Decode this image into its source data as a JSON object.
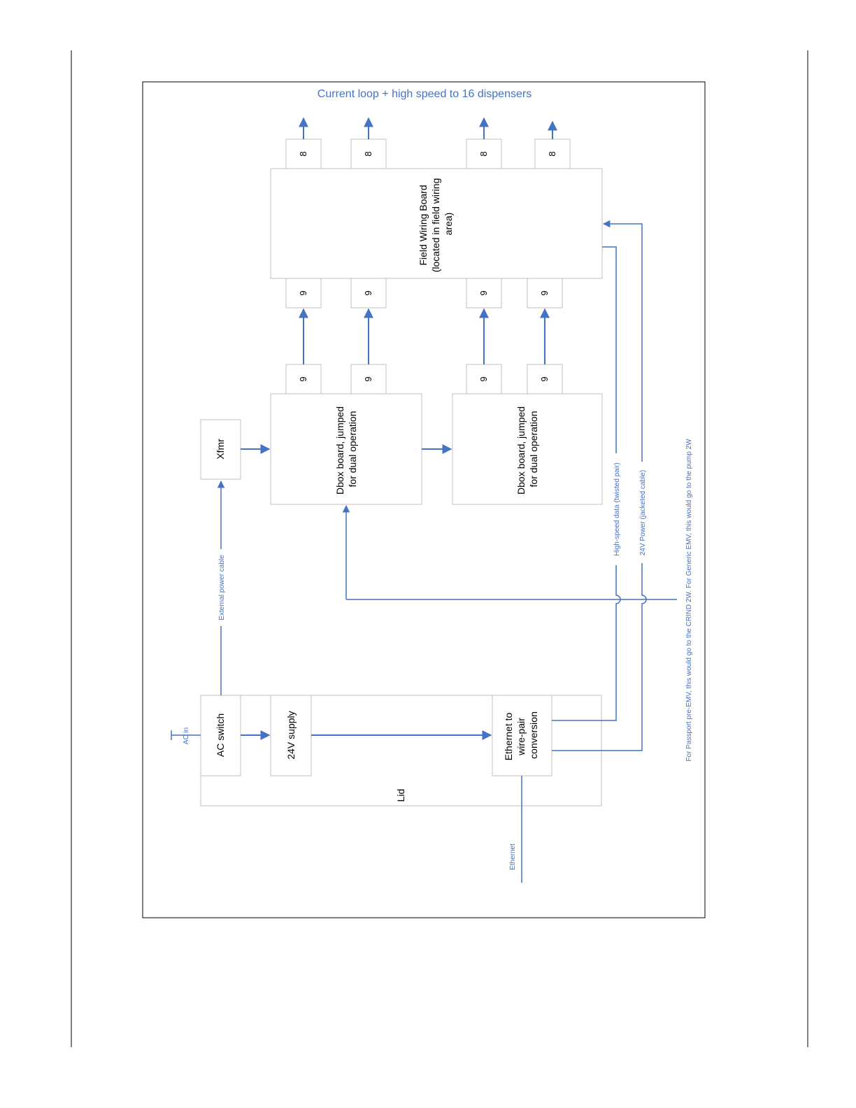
{
  "diagram": {
    "header": "Current loop + high speed to 16 dispensers",
    "footnote": "For Passport pre-EMV, this would go to the CRIND 2W.  For Generic EMV, this would go to the pump 2W",
    "boxes": {
      "ac_switch": "AC switch",
      "supply_24v": "24V supply",
      "ethernet_conv": [
        "Ethernet to",
        "wire-pair",
        "conversion"
      ],
      "lid": "Lid",
      "xfmr": "Xfmr",
      "dbox1": [
        "Dbox board, jumped",
        "for dual operation"
      ],
      "dbox2": [
        "Dbox board, jumped",
        "for dual operation"
      ],
      "field_wiring": [
        "Field Wiring Board",
        "(located in field wiring",
        "area)"
      ]
    },
    "connector_labels": {
      "dbox_out": [
        "9",
        "9",
        "9",
        "9"
      ],
      "fwb_in": [
        "9",
        "9",
        "9",
        "9"
      ],
      "fwb_out": [
        "8",
        "8",
        "8",
        "8"
      ]
    },
    "line_labels": {
      "ac_in": "AC in",
      "external_power": "External power cable",
      "high_speed": "High-speed data (twisted pair)",
      "power_24v": "24V Power (jacketed cable)",
      "ethernet": "Ethernet"
    }
  }
}
